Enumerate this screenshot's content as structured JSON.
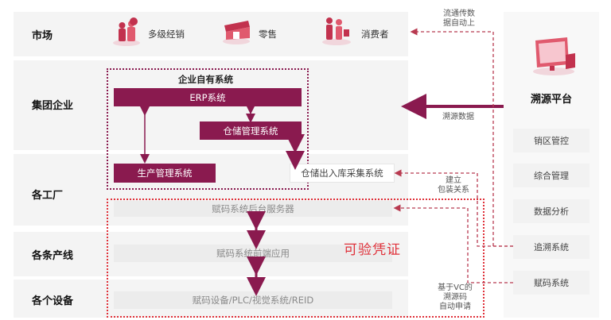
{
  "rows": {
    "market": "市场",
    "group": "集团企业",
    "factory": "各工厂",
    "line": "各条产线",
    "device": "各个设备"
  },
  "market_items": {
    "multi_level": "多级经销",
    "retail": "零售",
    "consumer": "消费者"
  },
  "own_system": {
    "title": "企业自有系统",
    "erp": "ERP系统",
    "warehouse": "仓储管理系统",
    "production": "生产管理系统"
  },
  "warehouse_collect": "仓储出入库采集系统",
  "coding": {
    "server": "赋码系统后台服务器",
    "frontend": "赋码系统前端应用",
    "devices": "赋码设备/PLC/视觉系统/REID"
  },
  "verifiable": "可验凭证",
  "platform": {
    "title": "溯源平台",
    "items": [
      "销区管控",
      "综合管理",
      "数据分析",
      "追溯系统",
      "赋码系统"
    ]
  },
  "notes": {
    "circulation": [
      "流通传数",
      "据自动上"
    ],
    "trace_data": "溯源数据",
    "packaging": [
      "建立",
      "包装关系"
    ],
    "vc_apply": [
      "基于VC的",
      "溯源码",
      "自动申请"
    ]
  },
  "colors": {
    "maroon": "#8a1a4f",
    "red_dotted": "#e0313a",
    "arrow_red": "#b83a50"
  }
}
